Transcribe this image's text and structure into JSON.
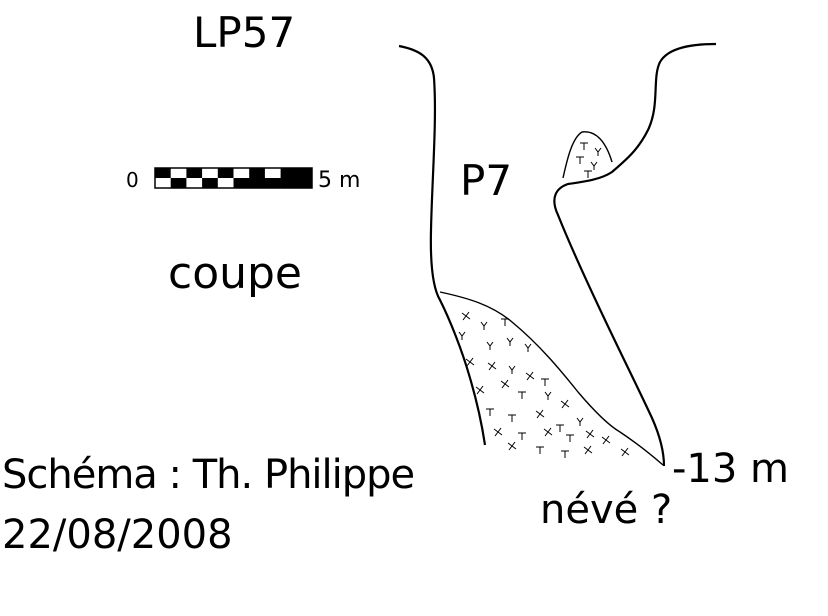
{
  "title": "LP57",
  "view_label": "coupe",
  "shaft_label": "P7",
  "depth_label": "-13 m",
  "deposit_label": "névé ?",
  "credit_line": "Schéma : Th. Philippe",
  "date_line": "22/08/2008",
  "scale_bar": {
    "start_label": "0",
    "end_label": "5 m",
    "length_m": 5,
    "segments_top": [
      "black",
      "white",
      "black",
      "white",
      "black",
      "white",
      "black",
      "white",
      "black",
      "black"
    ],
    "segments_bottom": [
      "white",
      "black",
      "white",
      "black",
      "white",
      "black",
      "black",
      "black",
      "black",
      "black"
    ]
  },
  "colors": {
    "ink": "#000000",
    "paper": "#ffffff"
  }
}
